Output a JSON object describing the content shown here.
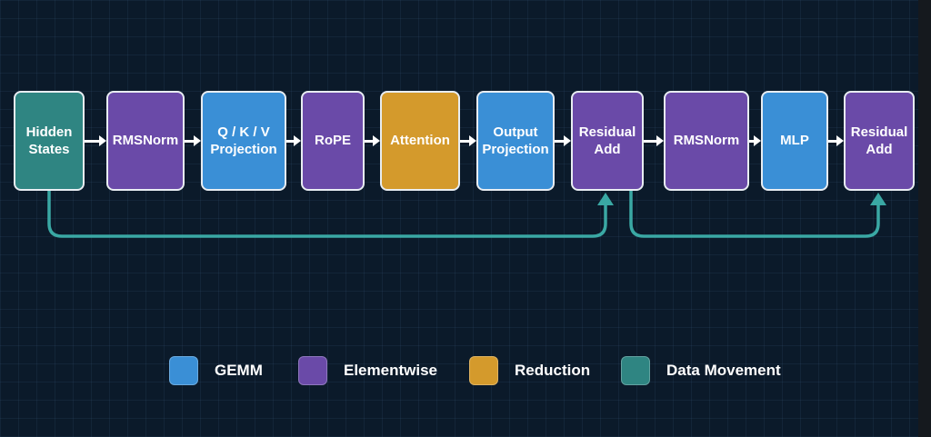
{
  "nodes": [
    {
      "id": "hidden-states",
      "label": "Hidden\nStates",
      "type": "data"
    },
    {
      "id": "rmsnorm-1",
      "label": "RMSNorm",
      "type": "elem"
    },
    {
      "id": "qkv-projection",
      "label": "Q / K / V\nProjection",
      "type": "gemm"
    },
    {
      "id": "rope",
      "label": "RoPE",
      "type": "elem"
    },
    {
      "id": "attention",
      "label": "Attention",
      "type": "red"
    },
    {
      "id": "output-projection",
      "label": "Output\nProjection",
      "type": "gemm"
    },
    {
      "id": "residual-add-1",
      "label": "Residual\nAdd",
      "type": "elem"
    },
    {
      "id": "rmsnorm-2",
      "label": "RMSNorm",
      "type": "elem"
    },
    {
      "id": "mlp",
      "label": "MLP",
      "type": "gemm"
    },
    {
      "id": "residual-add-2",
      "label": "Residual\nAdd",
      "type": "elem"
    }
  ],
  "skip_connections": [
    {
      "from": "hidden-states",
      "to": "residual-add-1"
    },
    {
      "from": "residual-add-1",
      "to": "residual-add-2"
    }
  ],
  "legend": [
    {
      "label": "GEMM",
      "color": "#3a8fd6"
    },
    {
      "label": "Elementwise",
      "color": "#6a4aa8"
    },
    {
      "label": "Reduction",
      "color": "#d49a2c"
    },
    {
      "label": "Data Movement",
      "color": "#2f8582"
    }
  ],
  "colors": {
    "gemm": "#3a8fd6",
    "elementwise": "#6a4aa8",
    "reduction": "#d49a2c",
    "data_movement": "#2f8582",
    "skip_line": "#3aa8a4",
    "background": "#0b1a2a"
  }
}
